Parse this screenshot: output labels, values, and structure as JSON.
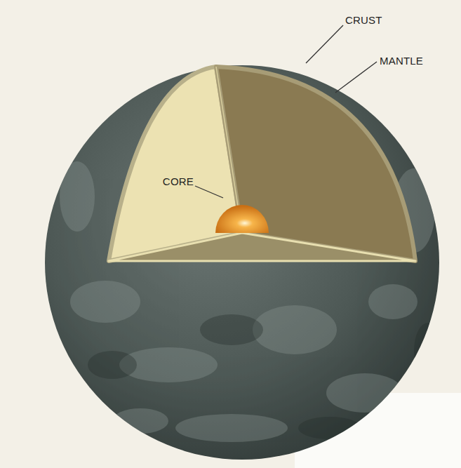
{
  "diagram": {
    "labels": [
      "CRUST",
      "MANTLE",
      "CORE"
    ]
  }
}
